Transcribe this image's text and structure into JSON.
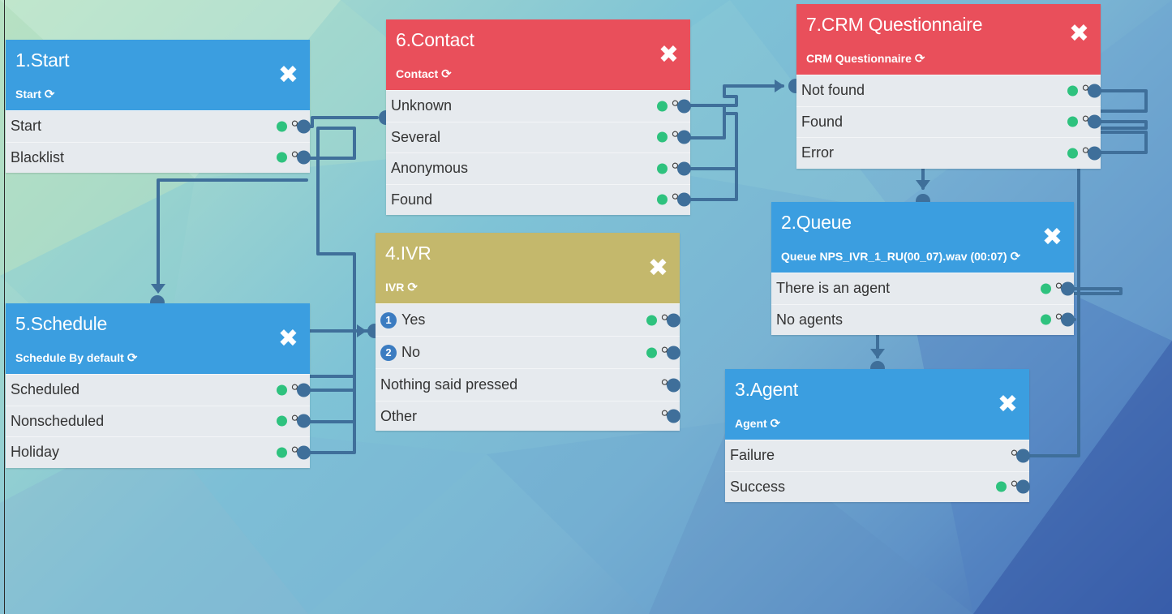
{
  "colors": {
    "blue_header": "#3b9ee0",
    "red_header": "#e94f5b",
    "olive_header": "#c4b86c",
    "connector": "#3f6f9a",
    "status_dot": "#2ec27e",
    "row_bg": "#e6eaee"
  },
  "icons": {
    "close": "close-icon",
    "refresh": "refresh-icon",
    "link": "link-icon"
  },
  "nodes": {
    "start": {
      "title": "1.Start",
      "subtitle": "Start",
      "rows": [
        {
          "label": "Start"
        },
        {
          "label": "Blacklist"
        }
      ]
    },
    "contact": {
      "title": "6.Contact",
      "subtitle": "Contact",
      "rows": [
        {
          "label": "Unknown"
        },
        {
          "label": "Several"
        },
        {
          "label": "Anonymous"
        },
        {
          "label": "Found"
        }
      ]
    },
    "crm": {
      "title": "7.CRM Questionnaire",
      "subtitle": "CRM Questionnaire",
      "rows": [
        {
          "label": "Not found"
        },
        {
          "label": "Found"
        },
        {
          "label": "Error"
        }
      ]
    },
    "ivr": {
      "title": "4.IVR",
      "subtitle": "IVR",
      "rows": [
        {
          "badge": "1",
          "label": "Yes"
        },
        {
          "badge": "2",
          "label": "No"
        },
        {
          "label": "Nothing said pressed"
        },
        {
          "label": "Other"
        }
      ]
    },
    "queue": {
      "title": "2.Queue",
      "subtitle": "Queue NPS_IVR_1_RU(00_07).wav (00:07)",
      "rows": [
        {
          "label": "There is an agent"
        },
        {
          "label": "No agents"
        }
      ]
    },
    "schedule": {
      "title": "5.Schedule",
      "subtitle": "Schedule By default",
      "rows": [
        {
          "label": "Scheduled"
        },
        {
          "label": "Nonscheduled"
        },
        {
          "label": "Holiday"
        }
      ]
    },
    "agent": {
      "title": "3.Agent",
      "subtitle": "Agent",
      "rows": [
        {
          "label": "Failure"
        },
        {
          "label": "Success"
        }
      ]
    }
  }
}
